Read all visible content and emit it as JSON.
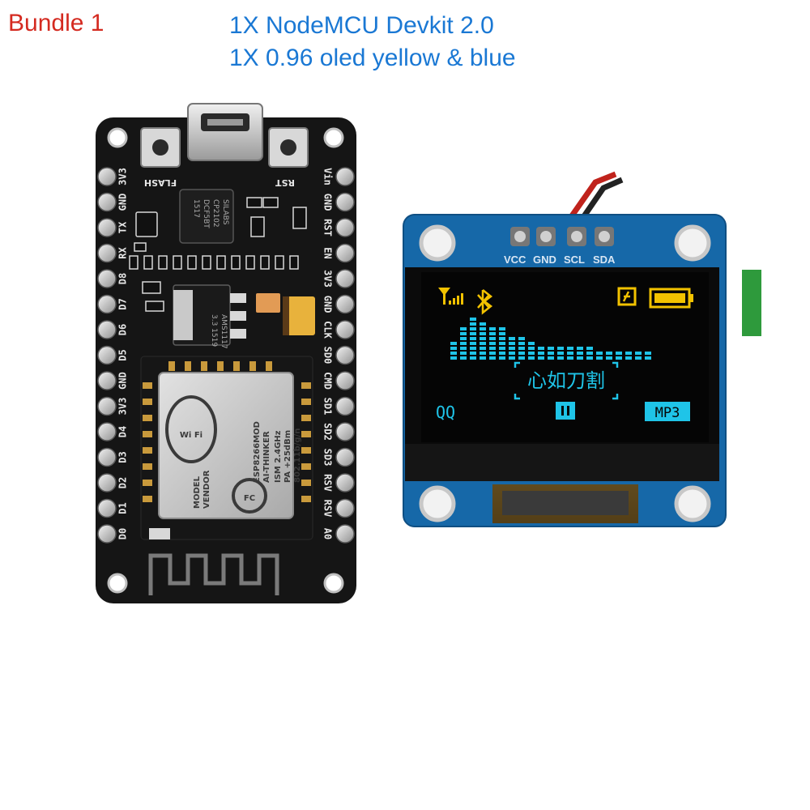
{
  "header": {
    "bundle_label": "Bundle 1",
    "items": [
      "1X NodeMCU Devkit 2.0",
      "1X 0.96 oled yellow & blue"
    ]
  },
  "nodemcu": {
    "buttons": {
      "flash": "FLASH",
      "reset": "RST"
    },
    "pins_left": [
      "3V3",
      "GND",
      "TX",
      "RX",
      "D8",
      "D7",
      "D6",
      "D5",
      "GND",
      "3V3",
      "D4",
      "D3",
      "D2",
      "D1",
      "D0"
    ],
    "pins_right": [
      "Vin",
      "GND",
      "RST",
      "EN",
      "3V3",
      "GND",
      "CLK",
      "SD0",
      "CMD",
      "SD1",
      "SD2",
      "SD3",
      "RSV",
      "RSV",
      "A0"
    ],
    "usb_chip": [
      "SILABS",
      "CP2102",
      "DCF5BT",
      "1517"
    ],
    "regulator": [
      "AMS1117",
      "3.3 1519"
    ],
    "module": {
      "wifi_logo": "Wi Fi",
      "fcc_logo": "FC",
      "lines": [
        "ESP8266MOD",
        "AI-THINKER",
        "ISM 2.4GHz",
        "PA +25dBm",
        "802.11b/g/n"
      ],
      "side_lines": [
        "MODEL",
        "VENDOR"
      ]
    }
  },
  "oled": {
    "header_pins": [
      "VCC",
      "GND",
      "SCL",
      "SDA"
    ],
    "screen": {
      "song_title": "心如刀割",
      "left_label": "QQ",
      "right_label": "MP3",
      "eq_levels": [
        4,
        7,
        9,
        8,
        7,
        7,
        5,
        5,
        4,
        3,
        3,
        3,
        3,
        3,
        3,
        2,
        2,
        2,
        2,
        2,
        2
      ],
      "battery_level": 1.0
    },
    "colors": {
      "yellow": "#f2c200",
      "cyan": "#1fc4e8",
      "pcb": "#1668a8"
    }
  }
}
